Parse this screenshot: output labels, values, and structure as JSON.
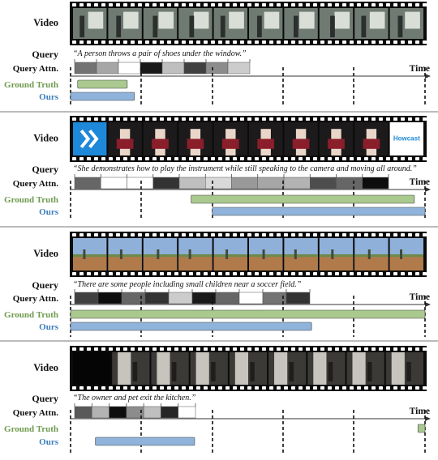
{
  "labels": {
    "video": "Video",
    "query": "Query",
    "query_attn": "Query Attn.",
    "ground_truth": "Ground Truth",
    "ours": "Ours",
    "time": "Time"
  },
  "colors": {
    "ground_truth": "#a9c98f",
    "ours": "#8fb3da",
    "ground_truth_label": "#6e9a4e",
    "ours_label": "#3a7dbd"
  },
  "examples": [
    {
      "query": "“A person throws a pair of shoes under the window.”",
      "attention": [
        0.55,
        0.35,
        0.0,
        0.9,
        0.25,
        0.75,
        0.45,
        0.2
      ],
      "ground_truth": [
        0.02,
        0.16
      ],
      "ours": [
        0.0,
        0.18
      ],
      "frame_style": "indoor",
      "logo_text": ""
    },
    {
      "query": "“She demonstrates how to play the instrument while still speaking to the camera and moving all around.”",
      "attention": [
        0.6,
        0.0,
        0.0,
        0.8,
        0.25,
        0.15,
        0.4,
        0.35,
        0.3,
        0.7,
        0.6,
        0.95
      ],
      "ground_truth": [
        0.34,
        0.97
      ],
      "ours": [
        0.4,
        1.0
      ],
      "frame_style": "music",
      "logo_text": "Howcast"
    },
    {
      "query": "“There are some people including small children near a soccer field.”",
      "attention": [
        0.75,
        0.95,
        0.6,
        0.8,
        0.2,
        0.9,
        0.6,
        0.0,
        0.55,
        0.8
      ],
      "ground_truth": [
        0.0,
        1.0
      ],
      "ours": [
        0.0,
        0.68
      ],
      "frame_style": "field",
      "logo_text": ""
    },
    {
      "query": "“The owner and pet exit the kitchen.”",
      "attention": [
        0.65,
        0.3,
        0.95,
        0.45,
        0.25,
        0.85,
        0.0
      ],
      "ground_truth": [
        0.98,
        1.0
      ],
      "ours": [
        0.07,
        0.35
      ],
      "frame_style": "kitchen",
      "logo_text": ""
    }
  ]
}
